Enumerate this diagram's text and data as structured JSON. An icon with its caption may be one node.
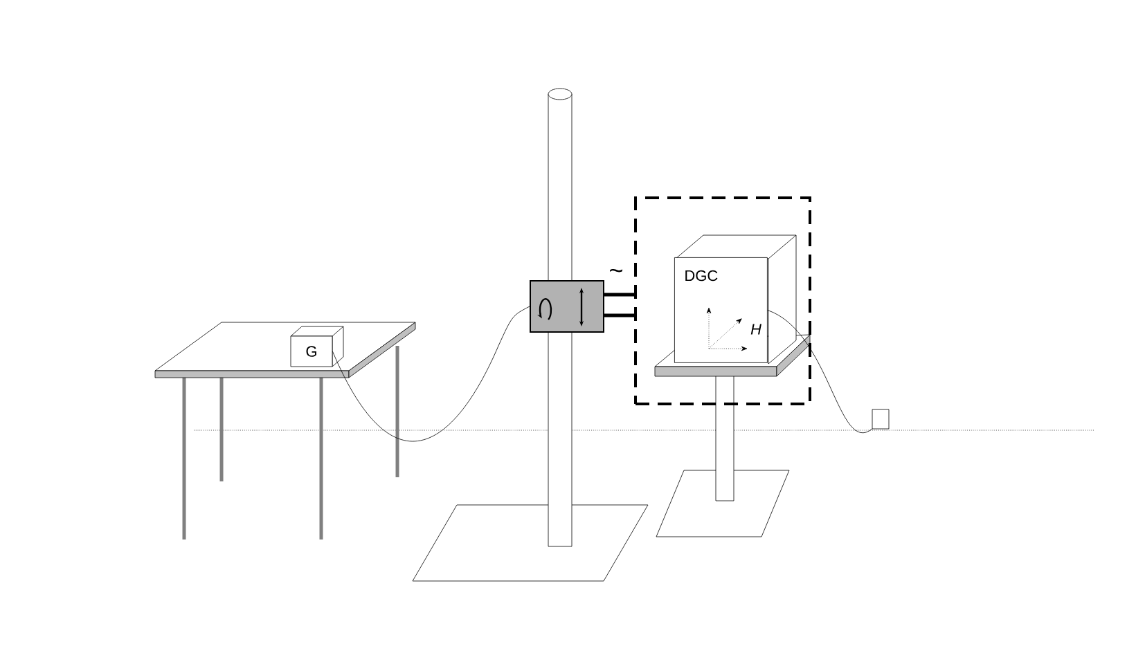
{
  "diagram": {
    "nodes": [
      {
        "text": [
          "G"
        ]
      },
      {
        "text": [],
        "shape": "box"
      },
      {
        "text": [],
        "shape": "box"
      },
      {
        "text": [
          "DGC"
        ],
        "in": 2
      },
      {
        "text": [],
        "shape": "box"
      }
    ],
    "edges": [
      {
        "from": 0,
        "to": 1,
        "arrow": "none"
      },
      {
        "from": 1,
        "to": 2,
        "arrow": "none",
        "style": "thick"
      },
      {
        "from": 1,
        "to": 2,
        "arrow": "none",
        "style": "thick"
      },
      {
        "from": 3,
        "to": 4,
        "arrow": "none"
      }
    ],
    "labels": [
      "~",
      "H"
    ]
  }
}
